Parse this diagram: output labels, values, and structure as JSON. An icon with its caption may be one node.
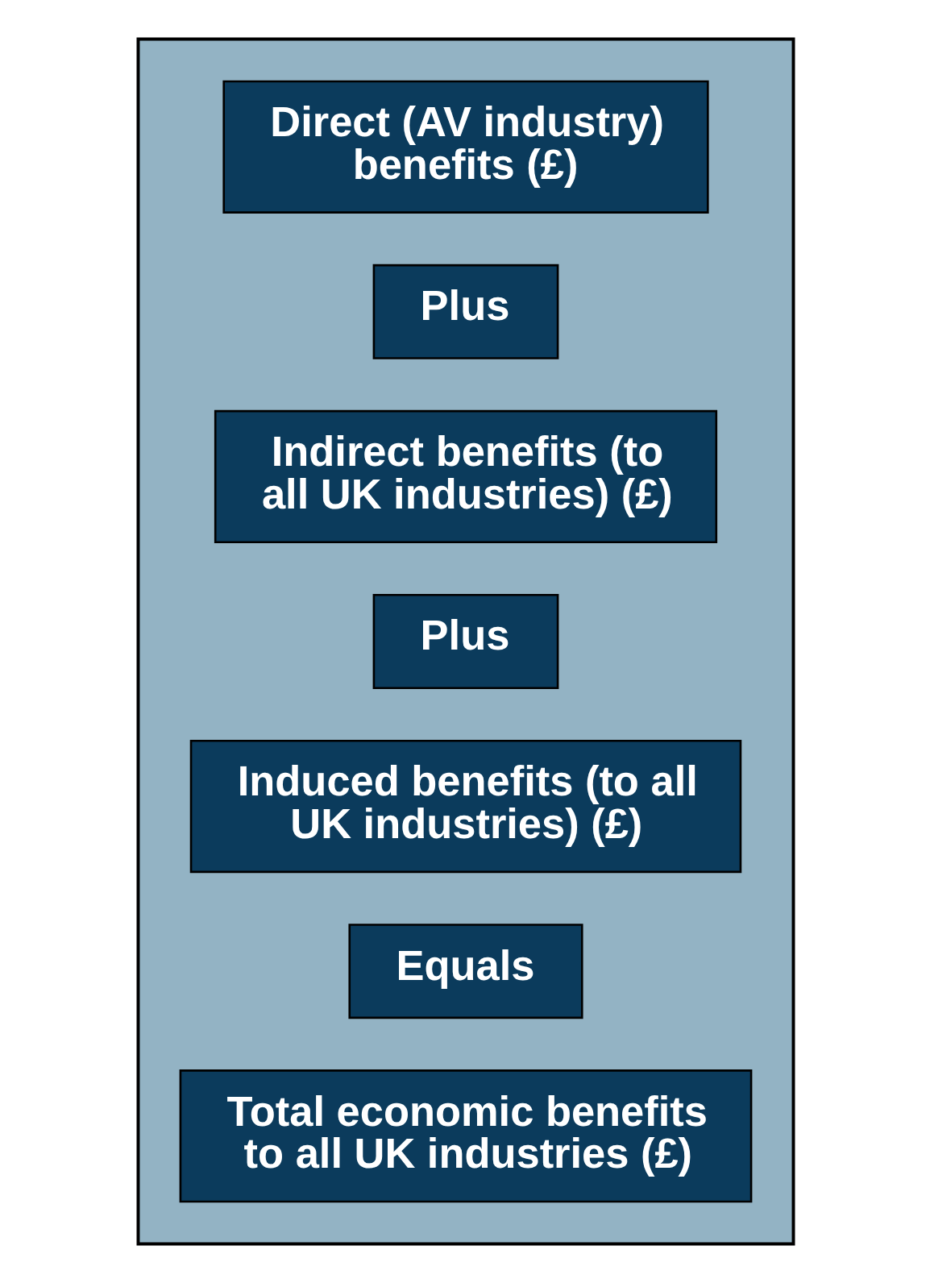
{
  "diagram": {
    "nodes": [
      {
        "text": [],
        "shape": "box"
      },
      {
        "text": [
          "Direct (AV industry) benefits (£)"
        ],
        "in": 0
      },
      {
        "text": [
          "Plus"
        ],
        "in": 0
      },
      {
        "text": [
          "Indirect benefits (to all UK industries) (£)"
        ],
        "in": 0
      },
      {
        "text": [
          "Plus"
        ],
        "in": 0
      },
      {
        "text": [
          "Induced benefits (to all UK industries) (£)"
        ],
        "in": 0
      },
      {
        "text": [
          "Equals"
        ],
        "in": 0
      },
      {
        "text": [
          "Total economic benefits to all UK industries (£)"
        ],
        "in": 0
      }
    ],
    "edges": []
  }
}
